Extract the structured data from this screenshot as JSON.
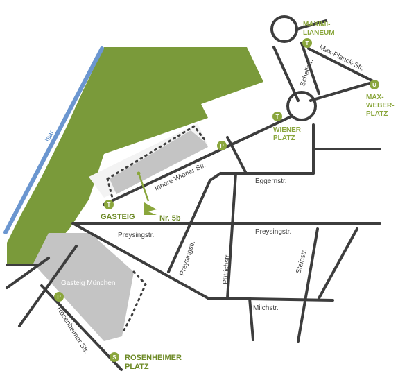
{
  "map": {
    "river": {
      "label": "Isar",
      "color": "#6b96d0"
    },
    "park_color": "#7a9a3a",
    "accent_color": "#8aa63c",
    "building_color": "#c4c4c4",
    "road_color": "#3d3d3d",
    "places": {
      "maximilianeum": [
        "MAXIMI-",
        "LIANEUM"
      ],
      "wiener_platz": [
        "WIENER",
        "PLATZ"
      ],
      "max_weber_platz": [
        "MAX-",
        "WEBER-",
        "PLATZ"
      ],
      "gasteig": "GASTEIG",
      "rosenheimer_platz": [
        "ROSENHEIMER",
        "PLATZ"
      ],
      "destination": "Nr. 5b",
      "gasteig_muenchen": "Gasteig München"
    },
    "streets": {
      "max_planck": "Max-Planck-Str.",
      "schell": "Schellstr.",
      "innere_wiener": "Innere Wiener Str.",
      "eggern": "Eggernstr.",
      "preysing_left": "Preysingstr.",
      "preysing_right": "Preysingstr.",
      "preysing_diag": "Preysingstr.",
      "puetrich": "Pütrichstr.",
      "stein": "Steinstr.",
      "milch": "Milchstr.",
      "rosenheimer": "Rosenheimer Str."
    },
    "badges": {
      "tram": "T",
      "parking": "P",
      "ubahn": "U",
      "sbahn": "S"
    }
  }
}
